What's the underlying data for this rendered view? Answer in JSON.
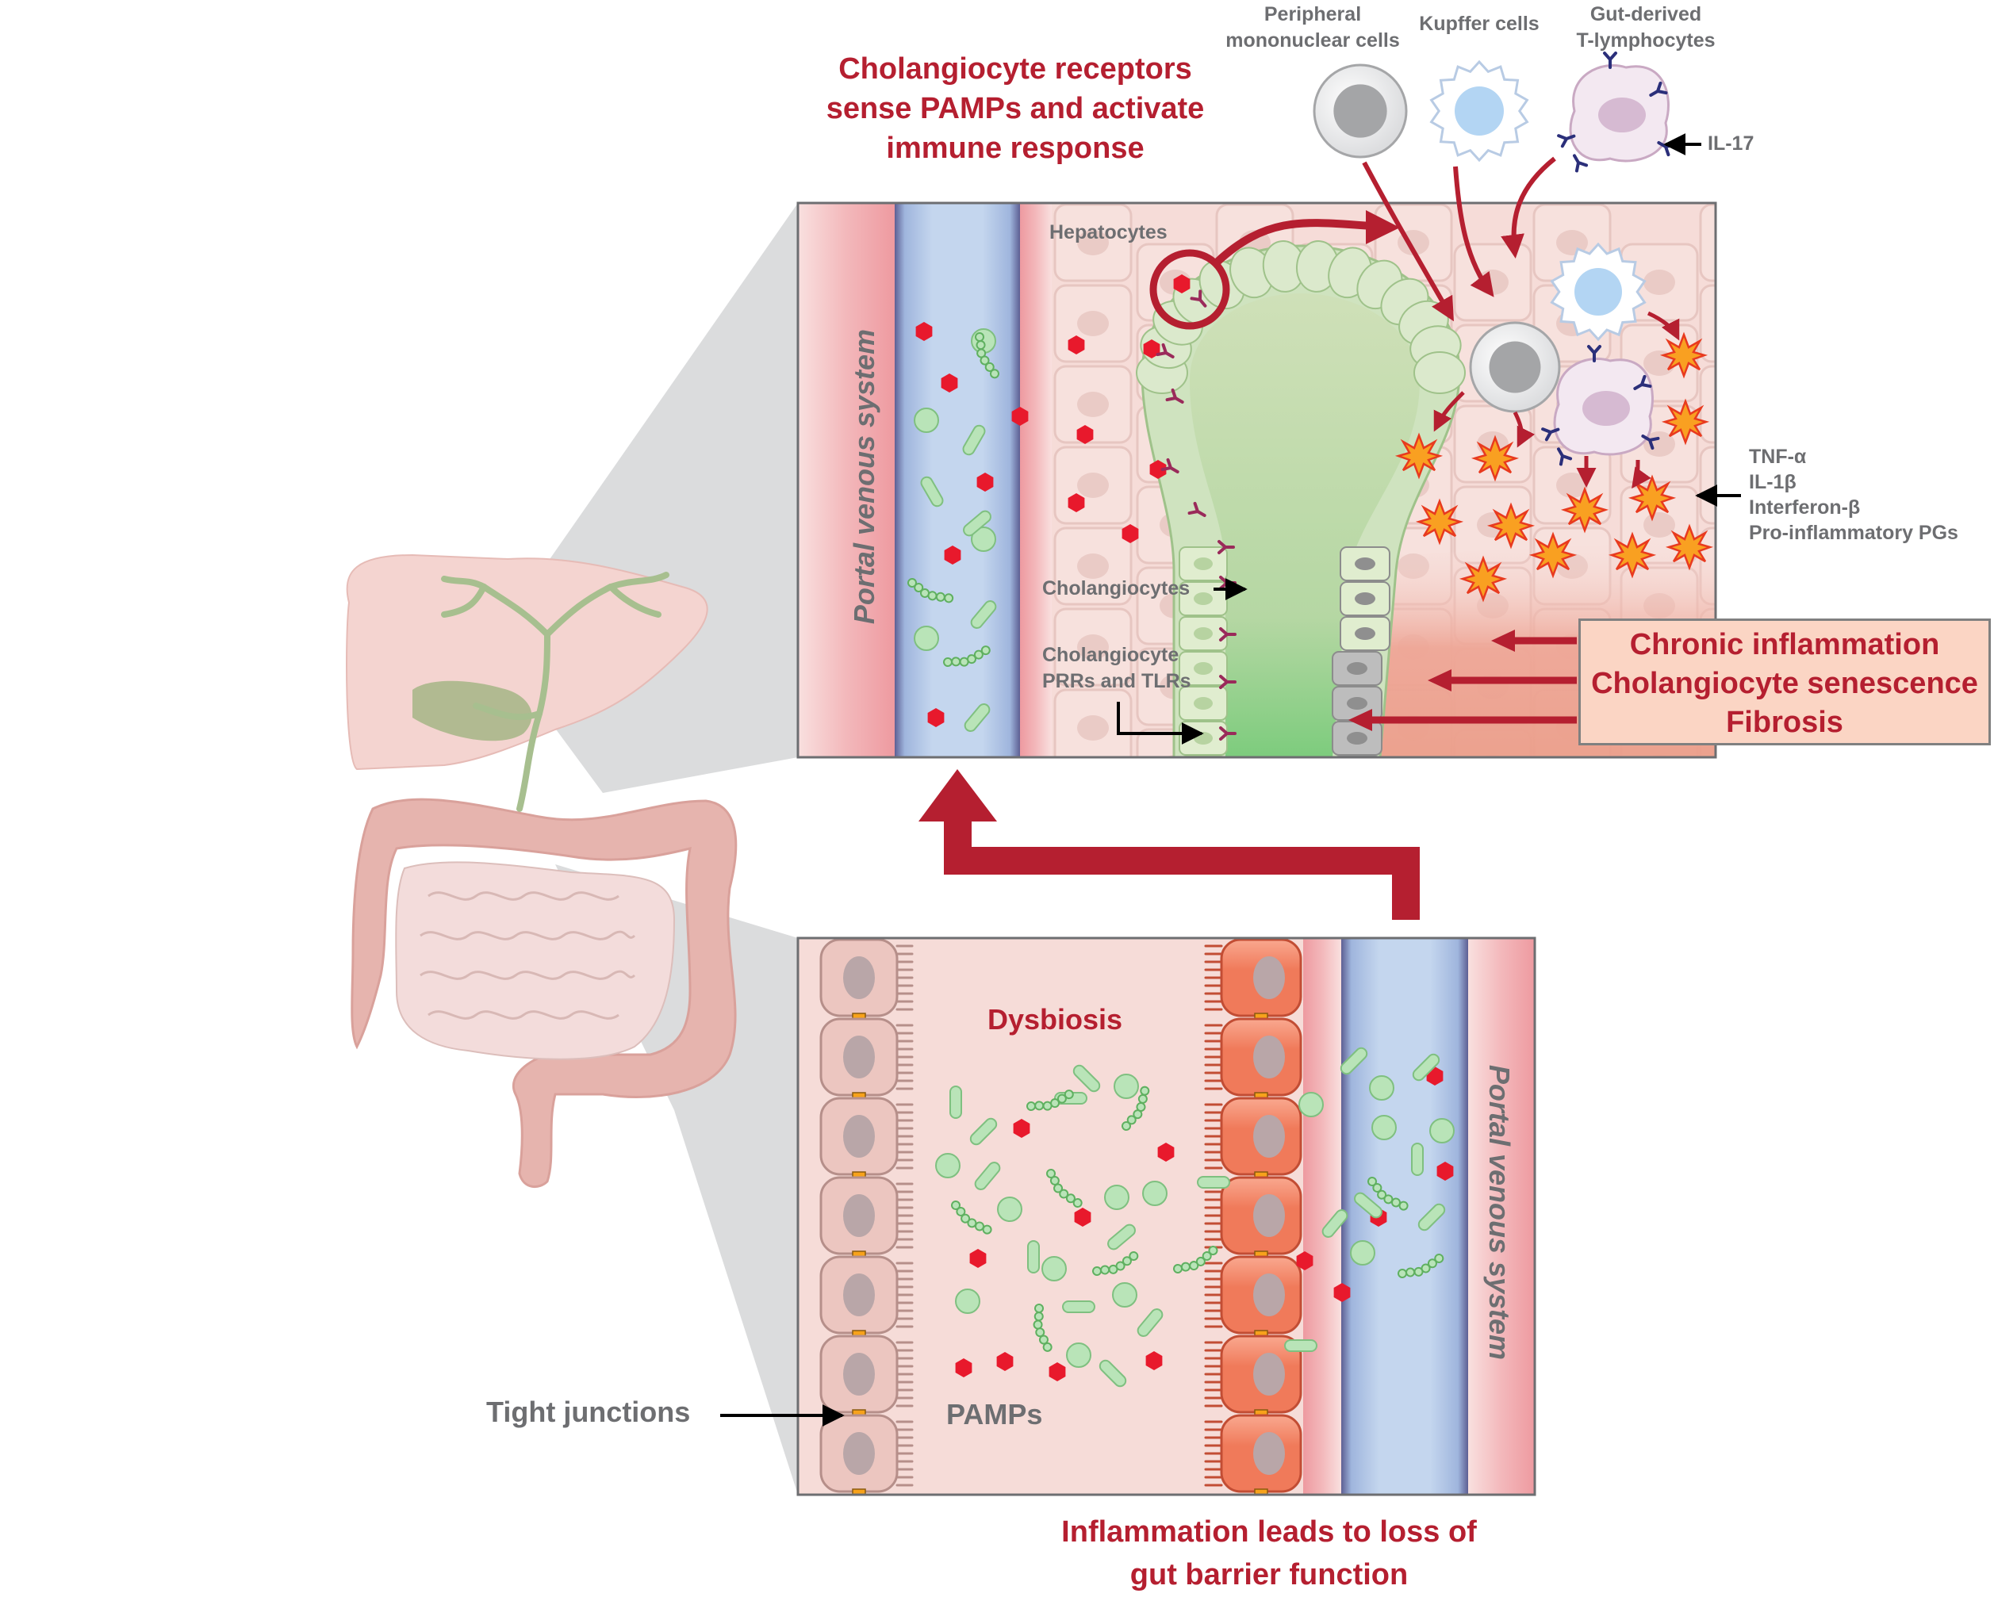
{
  "labels": {
    "top_title": [
      "Cholangiocyte receptors",
      "sense PAMPs and activate",
      "immune response"
    ],
    "bottom_title": [
      "Inflammation leads to loss of",
      "gut barrier function"
    ],
    "peripheral_mononuclear": [
      "Peripheral",
      "mononuclear cells"
    ],
    "kupffer": "Kupffer cells",
    "gut_t_lymph": [
      "Gut-derived",
      "T-lymphocytes"
    ],
    "il17": "IL-17",
    "hepatocytes": "Hepatocytes",
    "cholangiocytes": "Cholangiocytes",
    "prr_tlr": [
      "Cholangiocyte",
      "PRRs and TLRs"
    ],
    "portal_top": "Portal venous system",
    "portal_bottom": "Portal venous system",
    "cytokines": [
      "TNF-α",
      "IL-1β",
      "Interferon-β",
      "Pro-inflammatory PGs"
    ],
    "outcomes": [
      "Chronic inflammation",
      "Cholangiocyte senescence",
      "Fibrosis"
    ],
    "dysbiosis": "Dysbiosis",
    "pamps": "PAMPs",
    "tight_junctions": "Tight junctions"
  },
  "colors": {
    "accent_red": "#b51f30",
    "pamp_red": "#e8192c",
    "bacteria_green": "#b9e4b8",
    "portal_blue": "#c4d6ee",
    "liver_pink": "#f6dcd8",
    "inflamed_cell": "#f07a5a",
    "text_gray": "#6d6e71",
    "outcome_box": "#fbd5c4"
  },
  "icons": [
    "pamp-hexagon",
    "bacteria-rod",
    "bacteria-coccus",
    "bacteria-chain",
    "receptor-y",
    "cytokine-starburst",
    "mononuclear-cell",
    "kupffer-cell",
    "t-lymphocyte"
  ]
}
